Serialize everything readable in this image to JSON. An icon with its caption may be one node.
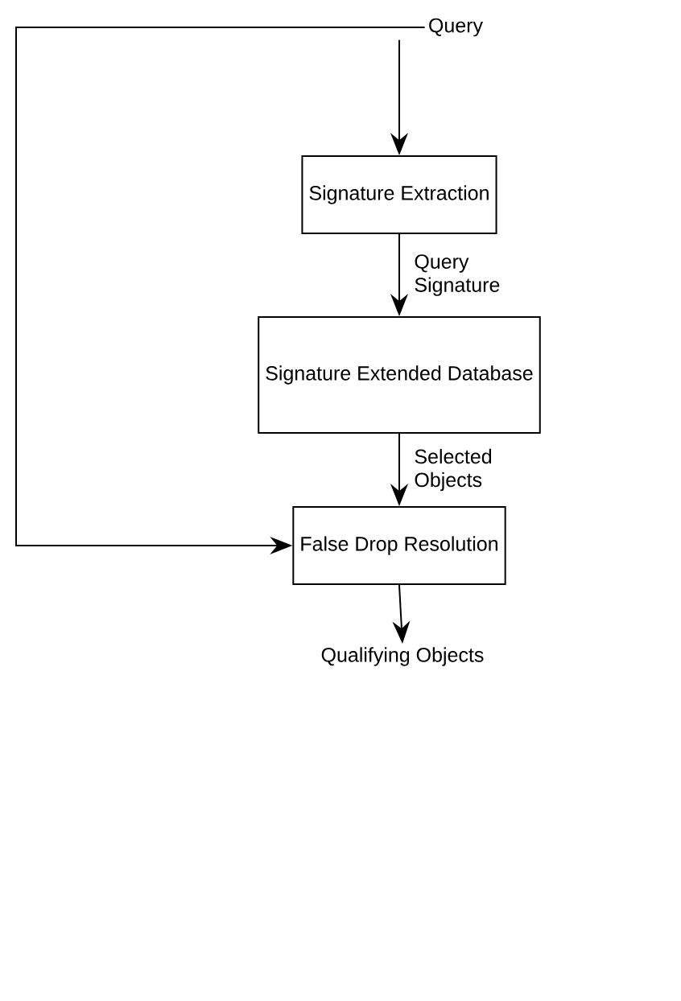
{
  "diagram": {
    "nodes": [
      {
        "text": [
          "Query"
        ]
      },
      {
        "text": [
          "Signature Extraction"
        ]
      },
      {
        "text": [
          "Signature Extended Database"
        ]
      },
      {
        "text": [
          "False Drop Resolution"
        ]
      },
      {
        "text": [
          "Qualifying Objects"
        ]
      }
    ],
    "edges": [
      {
        "from": 0,
        "to": 1,
        "arrow": "to"
      },
      {
        "from": 1,
        "to": 2,
        "arrow": "to",
        "label": "Query Signature"
      },
      {
        "from": 2,
        "to": 3,
        "arrow": "to",
        "label": "Selected Objects"
      },
      {
        "from": 0,
        "to": 3,
        "arrow": "to"
      },
      {
        "from": 3,
        "to": 4,
        "arrow": "to"
      }
    ]
  }
}
